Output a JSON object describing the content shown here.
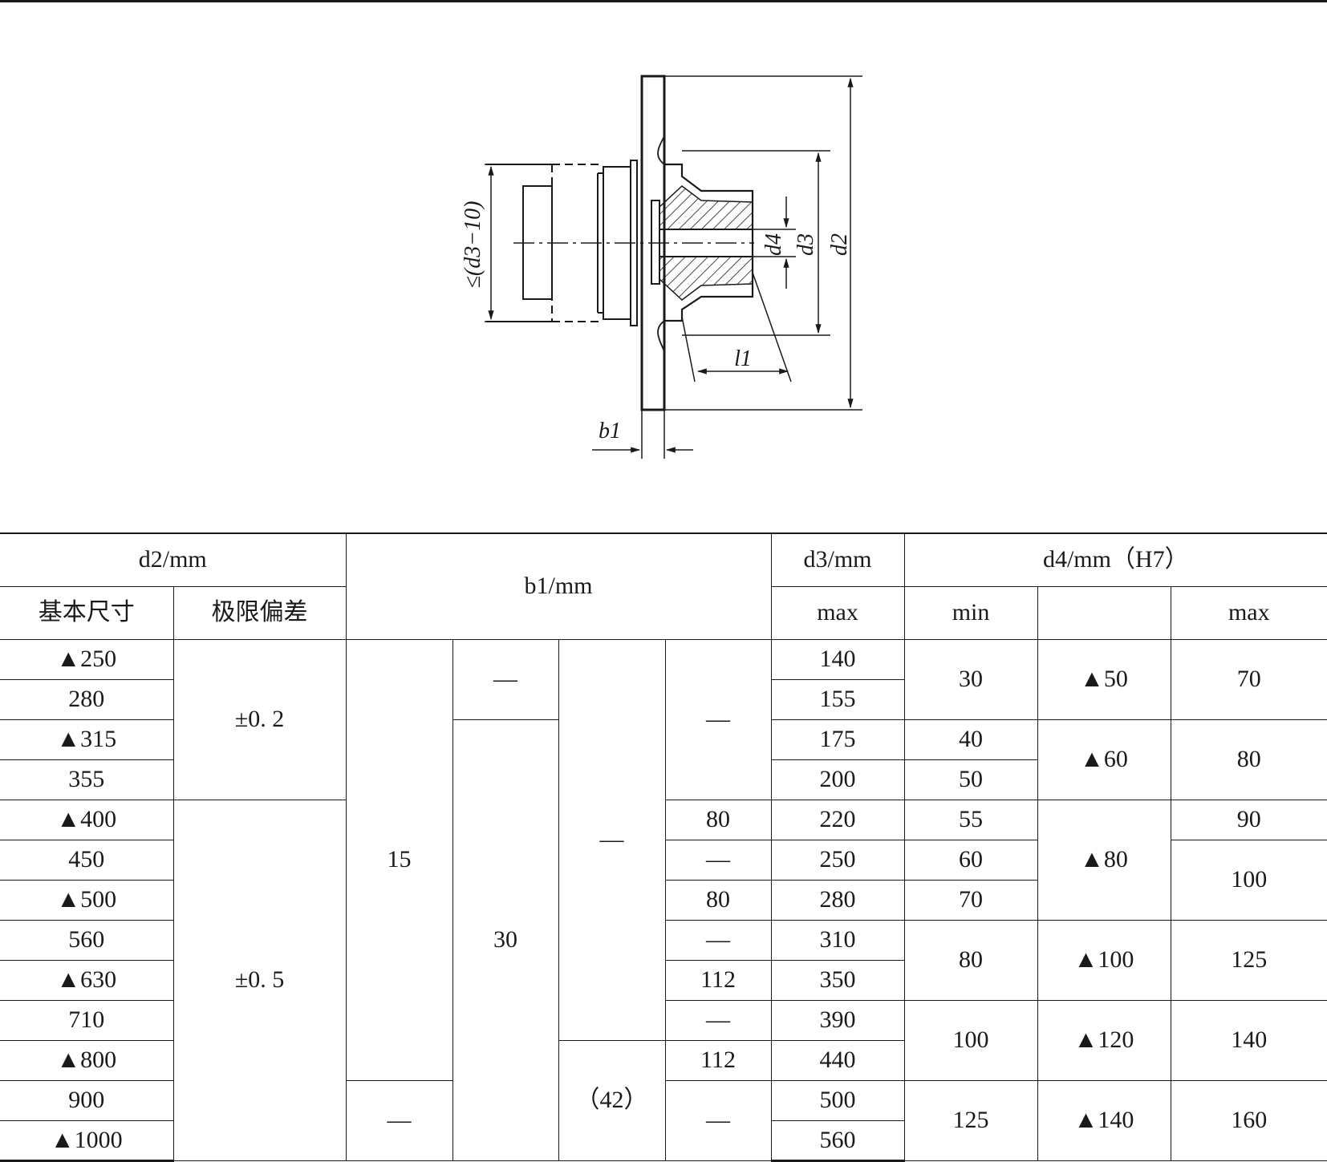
{
  "figure": {
    "labels": {
      "d2": "d2",
      "d3": "d3",
      "d4": "d4",
      "l1": "l1",
      "b1": "b1",
      "bore_limit": "≤(d3−10)"
    }
  },
  "table": {
    "header": {
      "d2": "d2/mm",
      "d2_basic": "基本尺寸",
      "d2_tolerance": "极限偏差",
      "b1": "b1/mm",
      "d3": "d3/mm",
      "d3_max": "max",
      "d4": "d4/mm（H7）",
      "d4_min": "min",
      "d4_max": "max"
    },
    "d2_basic": [
      "▲250",
      "280",
      "▲315",
      "355",
      "▲400",
      "450",
      "▲500",
      "560",
      "▲630",
      "710",
      "▲800",
      "900",
      "▲1000"
    ],
    "tolerance": [
      "±0. 2",
      "±0. 5"
    ],
    "b1_col1": [
      "15",
      "—"
    ],
    "b1_col2": [
      "—",
      "30"
    ],
    "b1_col3": [
      "—",
      "（42）"
    ],
    "b1_col4": [
      "—",
      "80",
      "—",
      "80",
      "—",
      "112",
      "—",
      "112",
      "—"
    ],
    "d3_max": [
      "140",
      "155",
      "175",
      "200",
      "220",
      "250",
      "280",
      "310",
      "350",
      "390",
      "440",
      "500",
      "560"
    ],
    "d4_min": [
      "30",
      "40",
      "50",
      "55",
      "60",
      "70",
      "80",
      "100",
      "125"
    ],
    "d4_mid": [
      "▲50",
      "▲60",
      "▲80",
      "▲100",
      "▲120",
      "▲140"
    ],
    "d4_max": [
      "70",
      "80",
      "90",
      "100",
      "125",
      "140",
      "160"
    ]
  }
}
